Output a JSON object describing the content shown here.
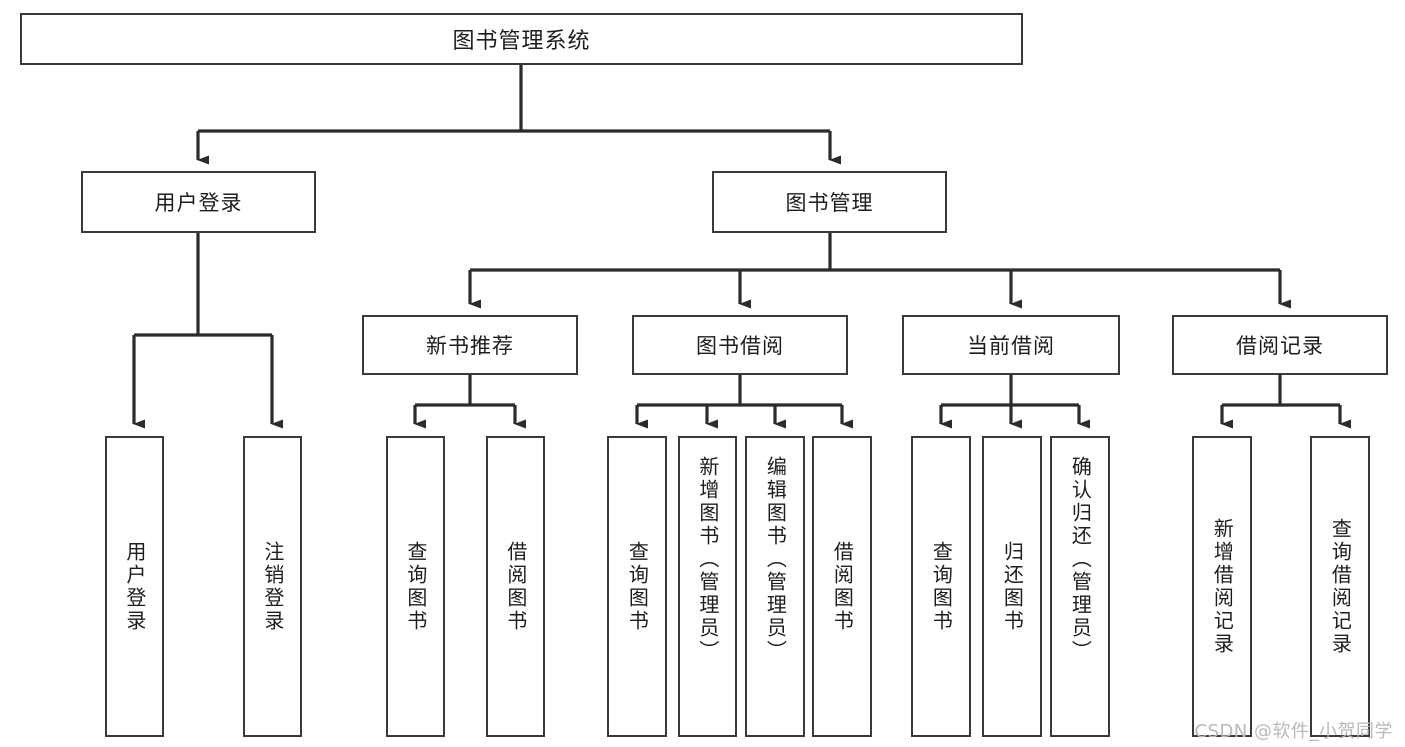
{
  "diagram": {
    "type": "hierarchy-tree",
    "title_node": {
      "label": "图书管理系统"
    },
    "level2": [
      {
        "id": "user-login",
        "label": "用户登录"
      },
      {
        "id": "book-management",
        "label": "图书管理"
      }
    ],
    "level3": [
      {
        "id": "new-book-recommend",
        "label": "新书推荐",
        "parent": "book-management"
      },
      {
        "id": "book-borrow",
        "label": "图书借阅",
        "parent": "book-management"
      },
      {
        "id": "current-borrow",
        "label": "当前借阅",
        "parent": "book-management"
      },
      {
        "id": "borrow-record",
        "label": "借阅记录",
        "parent": "book-management"
      }
    ],
    "leaves": [
      {
        "id": "leaf-user-login",
        "label": "用户登录",
        "parent": "user-login"
      },
      {
        "id": "leaf-logout-login",
        "label": "注销登录",
        "parent": "user-login"
      },
      {
        "id": "leaf-query-book-1",
        "label": "查询图书",
        "parent": "new-book-recommend"
      },
      {
        "id": "leaf-borrow-book-1",
        "label": "借阅图书",
        "parent": "new-book-recommend"
      },
      {
        "id": "leaf-query-book-2",
        "label": "查询图书",
        "parent": "book-borrow"
      },
      {
        "id": "leaf-add-book",
        "label": "新增图书（管理员）",
        "parent": "book-borrow"
      },
      {
        "id": "leaf-edit-book",
        "label": "编辑图书（管理员）",
        "parent": "book-borrow"
      },
      {
        "id": "leaf-borrow-book-2",
        "label": "借阅图书",
        "parent": "book-borrow"
      },
      {
        "id": "leaf-query-book-3",
        "label": "查询图书",
        "parent": "current-borrow"
      },
      {
        "id": "leaf-return-book",
        "label": "归还图书",
        "parent": "current-borrow"
      },
      {
        "id": "leaf-confirm-return",
        "label": "确认归还（管理员）",
        "parent": "current-borrow"
      },
      {
        "id": "leaf-add-record",
        "label": "新增借阅记录",
        "parent": "borrow-record"
      },
      {
        "id": "leaf-query-record",
        "label": "查询借阅记录",
        "parent": "borrow-record"
      }
    ],
    "colors": {
      "box_border": "#3a3a3a",
      "box_fill": "#ffffff",
      "connector": "#2b2b2b",
      "text": "#1d1d1d",
      "watermark": "#b9b9b9",
      "background": "#ffffff"
    }
  },
  "watermark": {
    "text": "CSDN @软件_小贺同学"
  }
}
